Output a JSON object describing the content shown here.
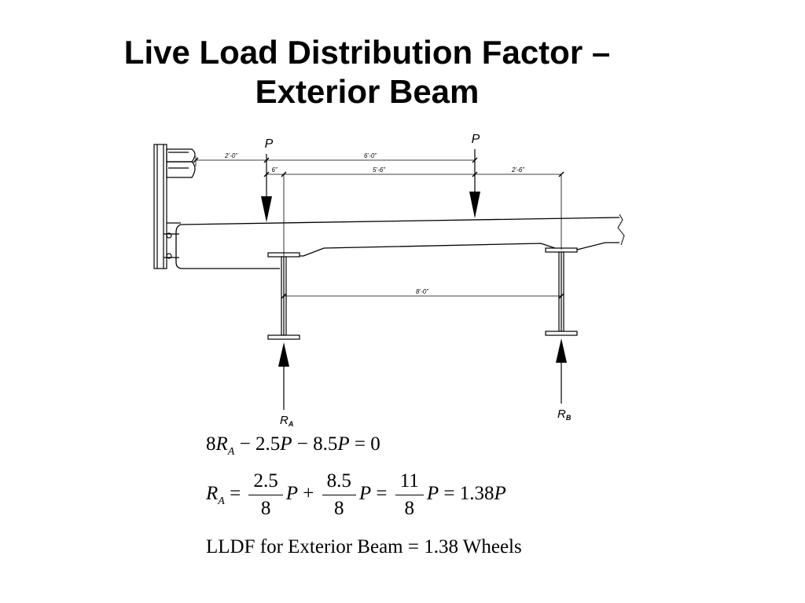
{
  "title": {
    "line1": "Live Load Distribution Factor –",
    "line2": "Exterior Beam"
  },
  "diagram": {
    "load_label": "P",
    "dimensions": {
      "d1": "2’-0”",
      "d2": "6’-0”",
      "d3": "6”",
      "d4": "5’-6”",
      "d5": "2’-6”",
      "d6": "8’-0”"
    },
    "reactions": {
      "a_main": "R",
      "a_sub": "A",
      "b_main": "R",
      "b_sub": "B"
    }
  },
  "equations": {
    "eq1": {
      "coef": "8",
      "r": "R",
      "r_sub": "A",
      "rest1": " − 2.5",
      "p1": "P",
      "rest2": " − 8.5",
      "p2": "P",
      "rest3": " = 0"
    },
    "eq2": {
      "r": "R",
      "r_sub": "A",
      "eq": " = ",
      "f1_num": "2.5",
      "f1_den": "8",
      "p": "P",
      "plus": " + ",
      "f2_num": "8.5",
      "f2_den": "8",
      "eq2": " = ",
      "f3_num": "11",
      "f3_den": "8",
      "result": " = 1.38"
    },
    "eq3": "LLDF for Exterior Beam = 1.38 Wheels"
  }
}
